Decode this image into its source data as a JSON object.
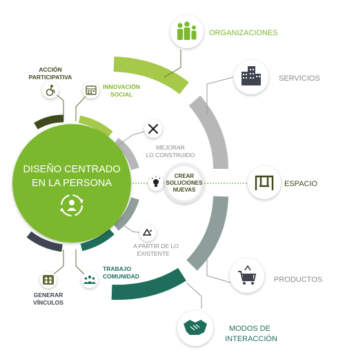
{
  "center": {
    "line1": "DISEÑO CENTRADO",
    "line2": "EN LA PERSONA",
    "icon": "users-cycle-icon"
  },
  "hub": {
    "line1": "CREAR",
    "line2": "SOLUCIONES",
    "line3": "NUEVAS"
  },
  "left_items": {
    "accion": {
      "line1": "ACCIÓN",
      "line2": "PARTICIPATIVA",
      "icon": "wheelchair-icon"
    },
    "innovacion": {
      "line1": "INNOVACIÓN",
      "line2": "SOCIAL",
      "icon": "calendar-grid-icon"
    },
    "generar": {
      "line1": "GENERAR",
      "line2": "VÍNCULOS",
      "icon": "people-group-icon"
    },
    "trabajo": {
      "line1": "TRABAJO",
      "line2": "COMUNIDAD",
      "icon": "community-icon"
    }
  },
  "inner_items": {
    "mejorar": {
      "line1": "MEJORAR",
      "line2": "LO CONSTRUIDO",
      "icon": "tools-icon"
    },
    "idea": {
      "icon": "lightbulb-icon"
    },
    "partir": {
      "line1": "A PARTIR DE LO",
      "line2": "EXISTENTE",
      "icon": "recycle-icon"
    }
  },
  "outer_items": {
    "organizaciones": {
      "label": "ORGANIZACIONES",
      "icon": "family-icon"
    },
    "servicios": {
      "label": "SERVICIOS",
      "icon": "buildings-icon"
    },
    "espacio": {
      "label": "ESPACIO",
      "icon": "swing-icon"
    },
    "productos": {
      "label": "PRODUCTOS",
      "icon": "shopping-cart-icon"
    },
    "modos": {
      "line1": "MODOS DE",
      "line2": "INTERACCIÓN",
      "icon": "handshake-icon"
    }
  },
  "colors": {
    "green": "#7cb82f",
    "light_green": "#a6c94a",
    "olive": "#3e4a1c",
    "dark_olive": "#5d6b34",
    "teal": "#1f6e5b",
    "slate": "#3f4450",
    "gray": "#b7b7b7",
    "gray_teal": "#8f9e9a"
  }
}
